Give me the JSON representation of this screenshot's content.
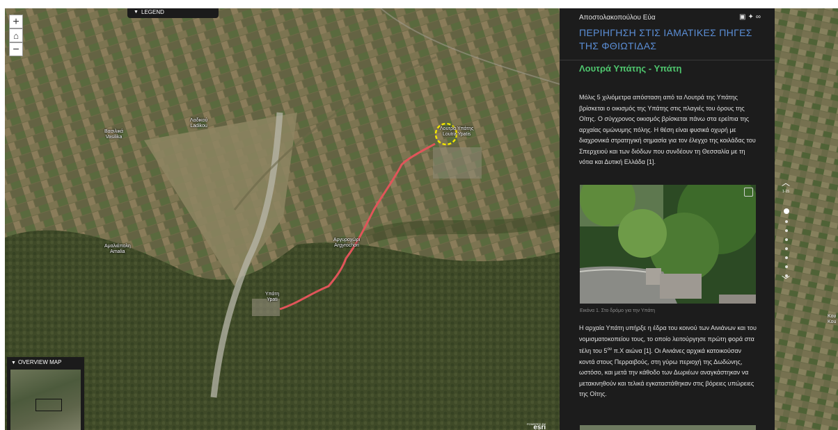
{
  "map": {
    "zoom_in": "+",
    "home": "⌂",
    "zoom_out": "−",
    "legend_label": "LEGEND",
    "overview_label": "OVERVIEW MAP",
    "attribution_small": "POWERED BY",
    "attribution_brand": "esri",
    "places": {
      "vasilika": [
        "Βασιλικά",
        "Vasilika"
      ],
      "ladikou": [
        "Λαδικού",
        "Ladikou"
      ],
      "loutra_ypatis": [
        "Λουτρά Υπάτης",
        "Loutra Ypatis"
      ],
      "argyrochori": [
        "Αργυροχώρι",
        "Argyrochori"
      ],
      "amalia": [
        "Αμαλιάπολη",
        "Amalia"
      ],
      "ypati": [
        "Υπάτη",
        "Ypati"
      ],
      "edge": [
        "Κου",
        "Kou"
      ]
    }
  },
  "panel": {
    "author": "Αποστολακοπούλου Εύα",
    "share_icons": [
      "facebook-icon",
      "twitter-icon",
      "link-icon"
    ],
    "story_title": "ΠΕΡΙΗΓΗΣΗ ΣΤΙΣ ΙΑΜΑΤΙΚΕΣ ΠΗΓΕΣ ΤΗΣ ΦΘΙΩΤΙΔΑΣ",
    "section_title": "Λουτρά Υπάτης - Υπάτη",
    "paragraph1": "Μόλις 5 χιλιόμετρα απόσταση από τα Λουτρά της Υπάτης βρίσκεται ο οικισμός της Υπάτης στις πλαγιές του όρους της Οίτης. Ο σύγχρονος οικισμός βρίσκεται πάνω στα ερείπια της αρχαίας ομώνυμης πόλης. Η θέση είναι φυσικά οχυρή με διαχρονικά στρατηγική σημασία για τον έλεγχο της κοιλάδας του Σπερχειού και των διόδων που συνδέουν τη Θεσσαλία με τη νότια και Δυτική Ελλάδα [1].",
    "caption": "Εικόνα 1. Στο δρόμο για την Υπάτη",
    "paragraph2_before": "Η αρχαία Υπάτη υπήρξε η έδρα του κοινού των Αινιάνων και του νομισματοκοπείου τους, το οποίο λειτούργησε πρώτη φορά στα τέλη του 5",
    "paragraph2_sup": "ου",
    "paragraph2_after": " π.Χ αιώνα [1]. Οι Αινιάνες αρχικά κατοικούσαν κοντά στους Περραιβούς, στη γύρω περιοχή της Δωδώνης, ωστόσο, και μετά την κάθοδο των Δωριέων αναγκάστηκαν να μετακινηθούν και τελικά εγκαταστάθηκαν στις βόρειες υπώρειες της Οίτης."
  },
  "navigator": {
    "up": "︿",
    "down": "﹀",
    "count": "1-15",
    "total_dots": 8,
    "active": 1
  },
  "colors": {
    "panel_bg": "#1c1c1c",
    "title_blue": "#5b8ed6",
    "section_green": "#4fc66e",
    "route_red": "#e0555a",
    "highlight_yellow": "#f2e600"
  }
}
